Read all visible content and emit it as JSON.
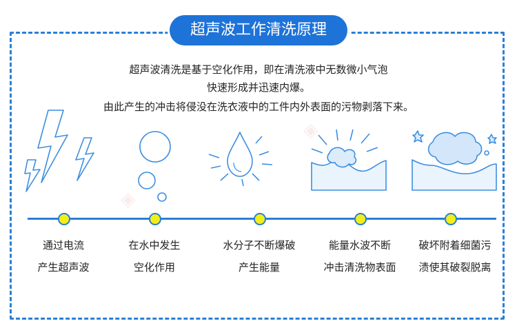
{
  "title": "超声波工作清洗原理",
  "description": {
    "line1": "超声波清洗是基于空化作用，即在清洗液中无数微小气泡",
    "line2": "快速形成并迅速内爆。",
    "line3": "由此产生的冲击将侵没在洗衣液中的工件内外表面的污物剥落下来。"
  },
  "steps": [
    {
      "line1": "通过电流",
      "line2": "产生超声波",
      "icon": "lightning-icon"
    },
    {
      "line1": "在水中发生",
      "line2": "空化作用",
      "icon": "bubbles-icon"
    },
    {
      "line1": "水分子不断爆破",
      "line2": "产生能量",
      "icon": "water-drop-icon"
    },
    {
      "line1": "能量水波不断",
      "line2": "冲击清洗物表面",
      "icon": "impact-surface-icon"
    },
    {
      "line1": "破坏附着细菌污",
      "line2": "渍使其破裂脱离",
      "icon": "dirt-removal-icon"
    }
  ],
  "colors": {
    "accent": "#1e73d8",
    "dot": "#f2ee1a",
    "stroke": "#2a7fd4"
  }
}
